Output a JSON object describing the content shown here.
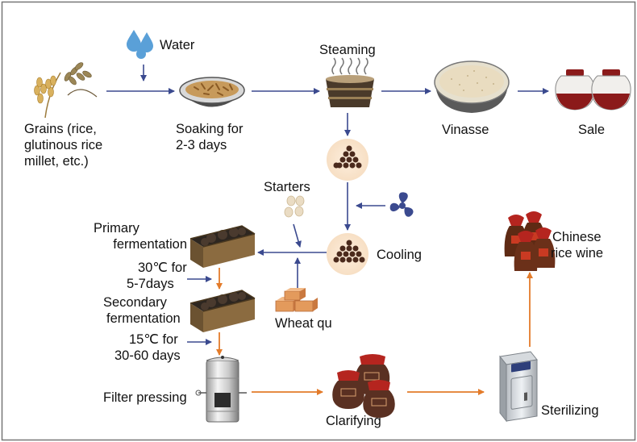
{
  "diagram": {
    "colors": {
      "flow_arrow": "#3b4a8f",
      "process_arrow": "#e37b2a",
      "frame": "#777777",
      "jar_red": "#8b1a1a",
      "box_brown": "#6b5231",
      "water_blue": "#5aa0d8"
    },
    "steps": {
      "water": {
        "label": "Water",
        "icon": "water-drops-icon"
      },
      "grains": {
        "lines": [
          "Grains (rice,",
          "glutinous rice",
          "millet, etc.)"
        ],
        "icon": "grain-stalks-icon"
      },
      "soaking": {
        "lines": [
          "Soaking for",
          "2-3 days"
        ],
        "icon": "soaking-bowl-icon"
      },
      "steaming": {
        "label": "Steaming",
        "icon": "steamer-icon"
      },
      "vinasse": {
        "label": "Vinasse",
        "icon": "vinasse-bowl-icon"
      },
      "sale": {
        "label": "Sale",
        "icon": "wine-jars-icon"
      },
      "starters": {
        "label": "Starters",
        "icon": "starter-balls-icon"
      },
      "cooling": {
        "label": "Cooling",
        "icon": "fan-icon"
      },
      "primary": {
        "lines": [
          "Primary",
          "fermentation"
        ],
        "condition": [
          "30℃ for",
          "5-7days"
        ],
        "icon": "fermentation-box-icon"
      },
      "secondary": {
        "lines": [
          "Secondary",
          "fermentation"
        ],
        "condition": [
          "15℃ for",
          "30-60 days"
        ],
        "icon": "fermentation-box-icon"
      },
      "wheat_qu": {
        "label": "Wheat qu",
        "icon": "wheat-qu-bricks-icon"
      },
      "filter": {
        "label": "Filter pressing",
        "icon": "filter-press-icon"
      },
      "clarifying": {
        "label": "Clarifying",
        "icon": "sealed-jars-icon"
      },
      "sterilizing": {
        "label": "Sterilizing",
        "icon": "sterilizer-icon"
      },
      "product": {
        "lines": [
          "Chinese",
          "rice wine"
        ],
        "icon": "rice-wine-bottles-icon"
      }
    }
  }
}
